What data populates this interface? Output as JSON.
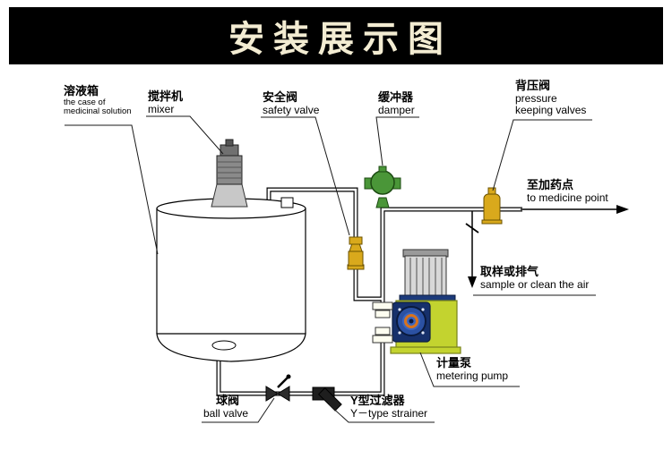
{
  "header": {
    "title": "安装展示图"
  },
  "colors": {
    "banner_bg": "#000000",
    "banner_text": "#f3ecd2",
    "valve_yellow": "#d9a91c",
    "damper_green": "#4a9638",
    "pump_body": "#c3d32f",
    "pump_head": "#16306b",
    "pump_face": "#2b51a3",
    "pump_ring_orange": "#d8731d",
    "motor_gray": "#d8d8d8"
  },
  "labels": {
    "solution_tank": {
      "zh": "溶液箱",
      "en_line1": "the case of",
      "en_line2": "medicinal solution"
    },
    "mixer": {
      "zh": "搅拌机",
      "en": "mixer"
    },
    "safety_valve": {
      "zh": "安全阀",
      "en": "safety valve"
    },
    "damper": {
      "zh": "缓冲器",
      "en": "damper"
    },
    "back_pressure_valve": {
      "zh": "背压阀",
      "en_line1": "pressure",
      "en_line2": "keeping valves"
    },
    "to_medicine_point": {
      "zh": "至加药点",
      "en": "to medicine point"
    },
    "sample_or_vent": {
      "zh": "取样或排气",
      "en": "sample or clean the air"
    },
    "metering_pump": {
      "zh": "计量泵",
      "en": "metering pump"
    },
    "ball_valve": {
      "zh": "球阀",
      "en": "ball valve"
    },
    "y_strainer": {
      "zh": "Y型过滤器",
      "en": "Y－type strainer"
    }
  }
}
